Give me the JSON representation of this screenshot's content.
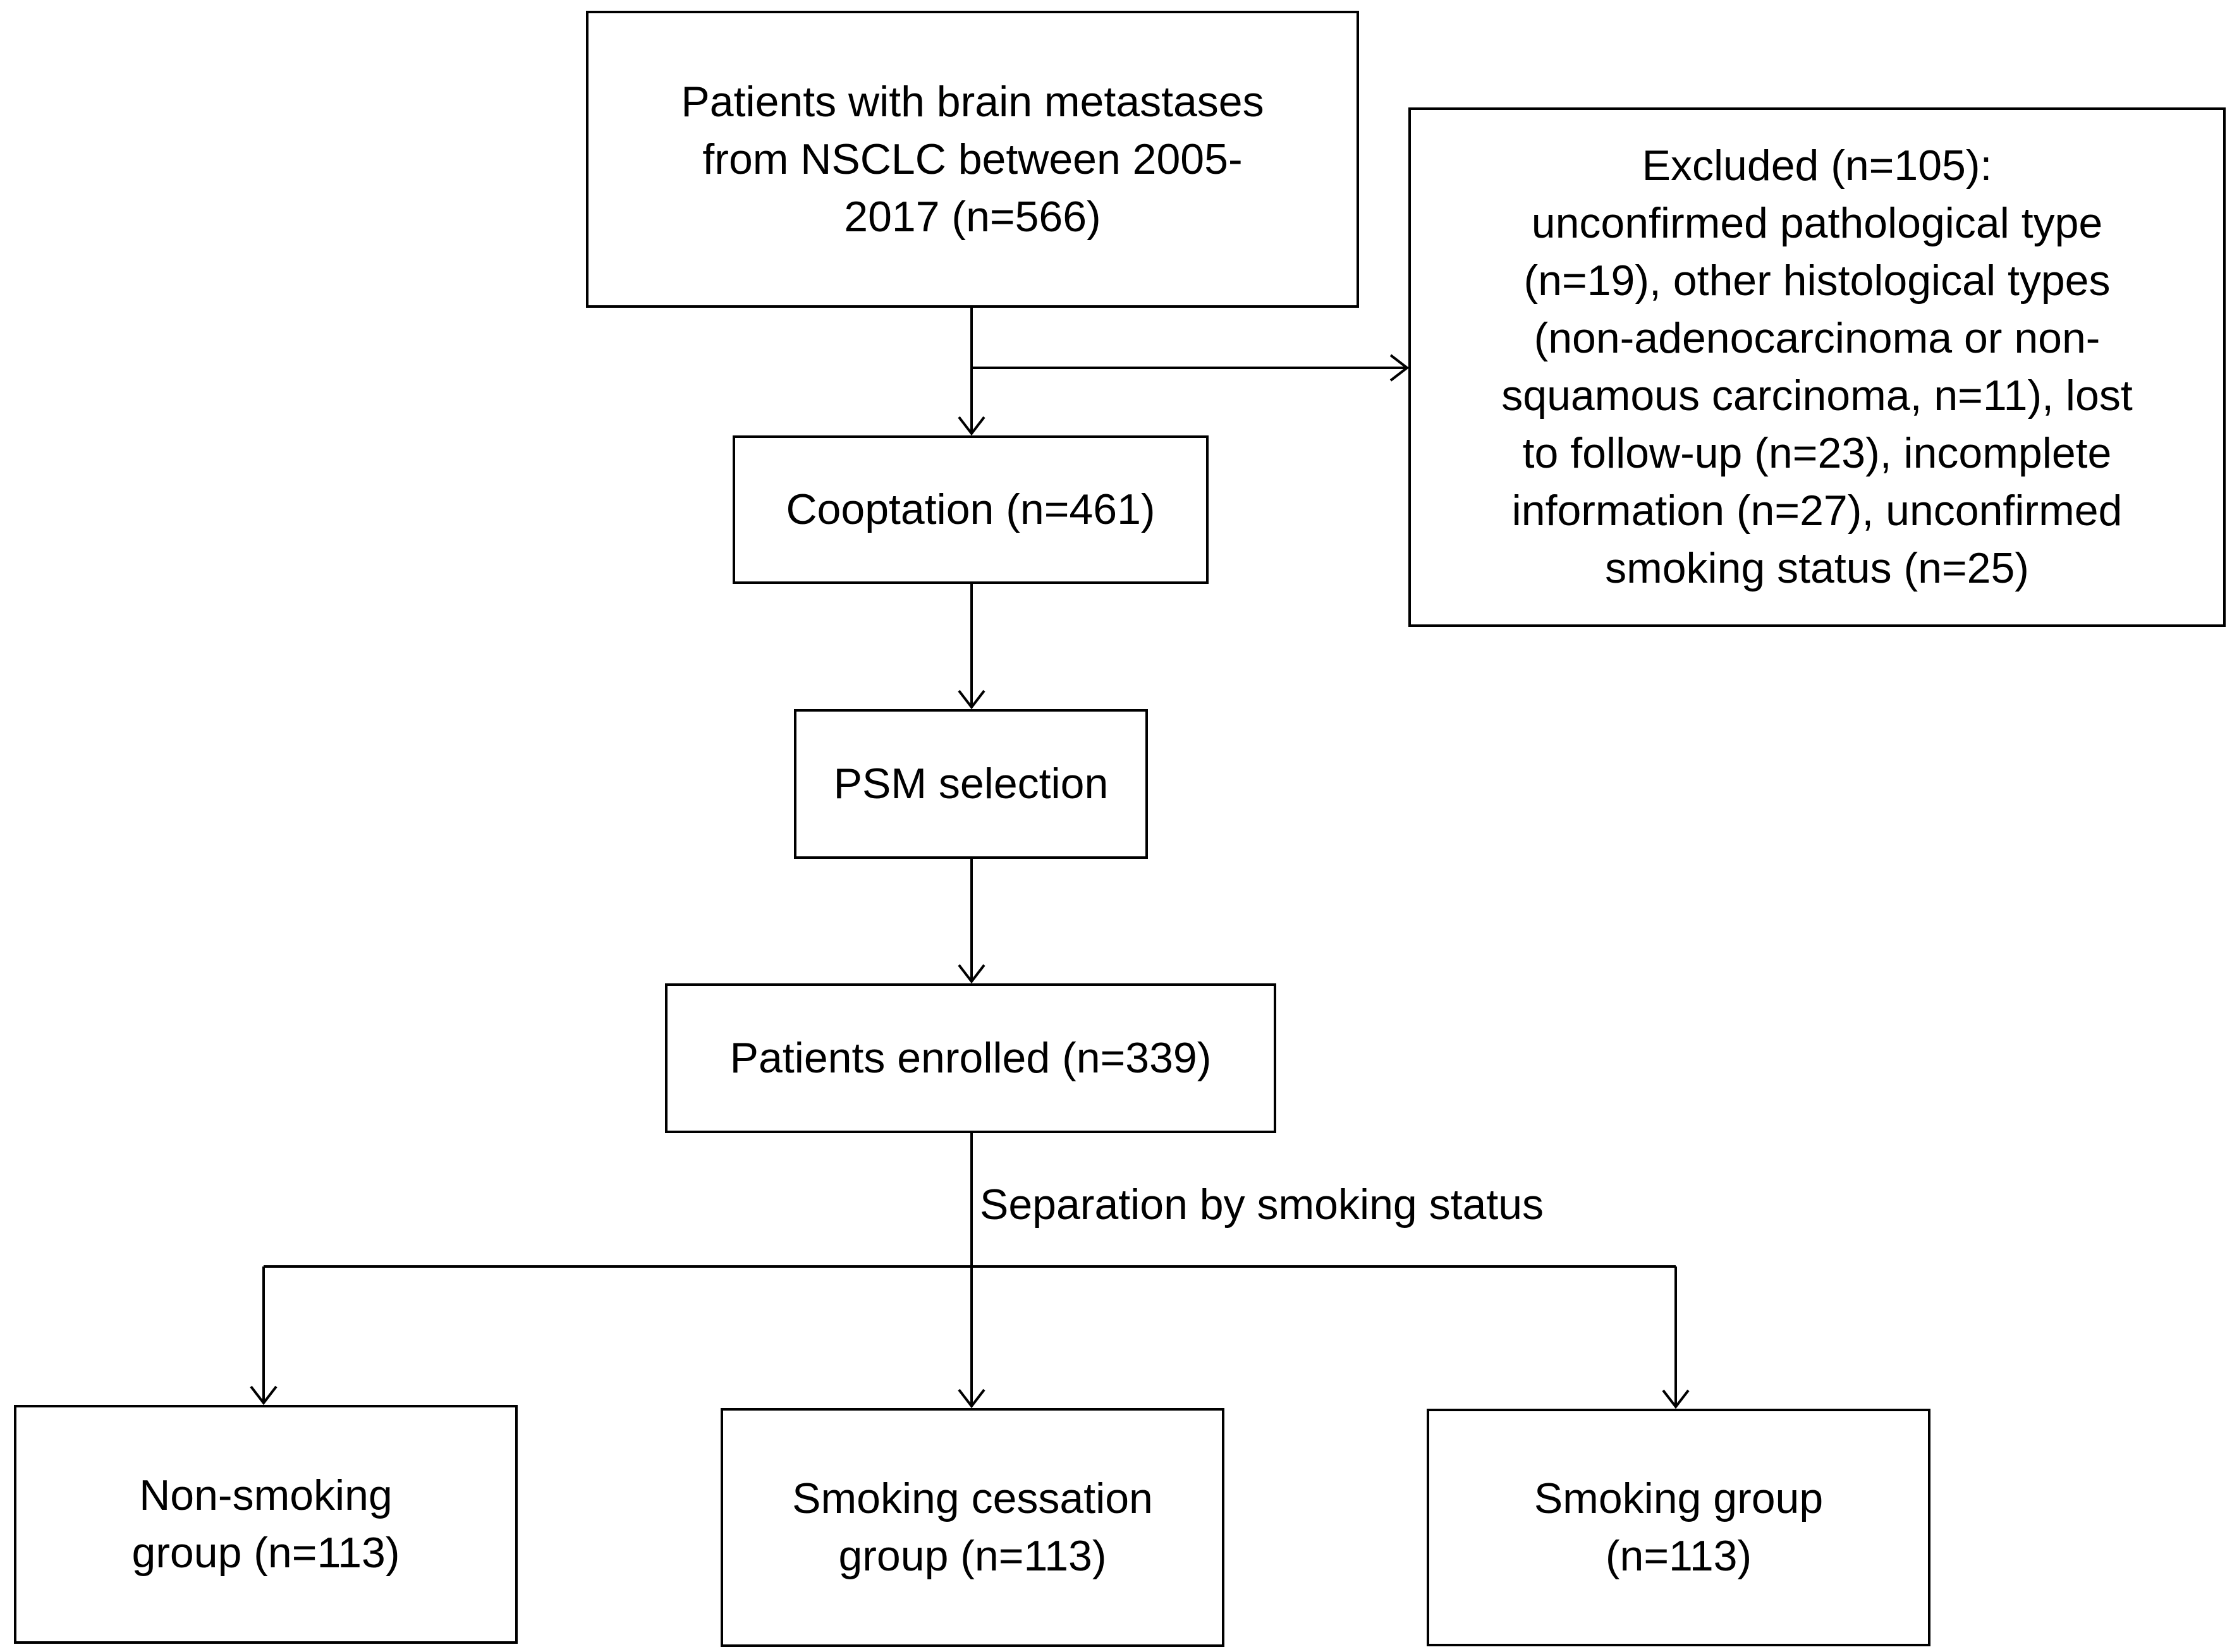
{
  "boxes": {
    "source": {
      "lines": [
        "Patients with brain metastases",
        "from NSCLC between 2005-",
        "2017 (n=566)"
      ]
    },
    "excluded": {
      "lines": [
        "Excluded (n=105):",
        "unconfirmed pathological type",
        "(n=19), other histological types",
        "(non-adenocarcinoma or non-",
        "squamous carcinoma, n=11), lost",
        "to follow-up (n=23), incomplete",
        "information (n=27), unconfirmed",
        "smoking status  (n=25)"
      ]
    },
    "cooptation": {
      "lines": [
        "Cooptation (n=461)"
      ]
    },
    "psm": {
      "lines": [
        "PSM selection"
      ]
    },
    "enrolled": {
      "lines": [
        "Patients enrolled (n=339)"
      ]
    },
    "non_smoking": {
      "lines": [
        "Non-smoking",
        "group (n=113)"
      ]
    },
    "cessation": {
      "lines": [
        "Smoking cessation",
        "group (n=113)"
      ]
    },
    "smoking": {
      "lines": [
        "Smoking group",
        "(n=113)"
      ]
    }
  },
  "split_label": "Separation by smoking status"
}
